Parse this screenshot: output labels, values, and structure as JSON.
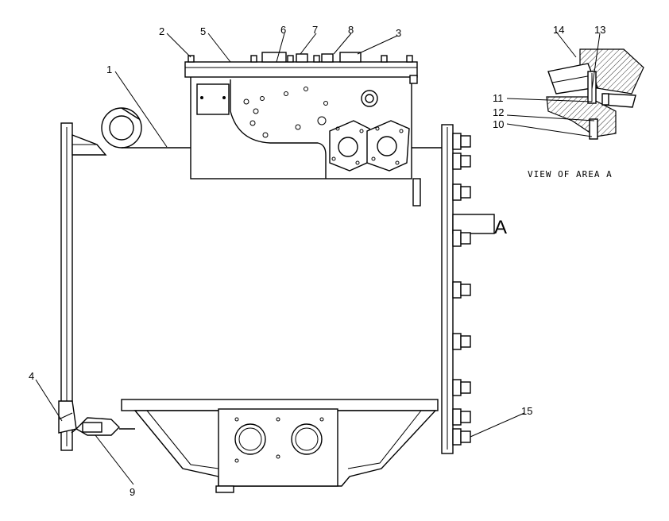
{
  "callouts": [
    {
      "id": "1",
      "label": "1"
    },
    {
      "id": "2",
      "label": "2"
    },
    {
      "id": "3",
      "label": "3"
    },
    {
      "id": "4",
      "label": "4"
    },
    {
      "id": "5",
      "label": "5"
    },
    {
      "id": "6",
      "label": "6"
    },
    {
      "id": "7",
      "label": "7"
    },
    {
      "id": "8",
      "label": "8"
    },
    {
      "id": "9",
      "label": "9"
    },
    {
      "id": "10",
      "label": "10"
    },
    {
      "id": "11",
      "label": "11"
    },
    {
      "id": "12",
      "label": "12"
    },
    {
      "id": "13",
      "label": "13"
    },
    {
      "id": "14",
      "label": "14"
    },
    {
      "id": "15",
      "label": "15"
    }
  ],
  "area_marker": "A",
  "detail_view_caption": "VIEW OF AREA A"
}
